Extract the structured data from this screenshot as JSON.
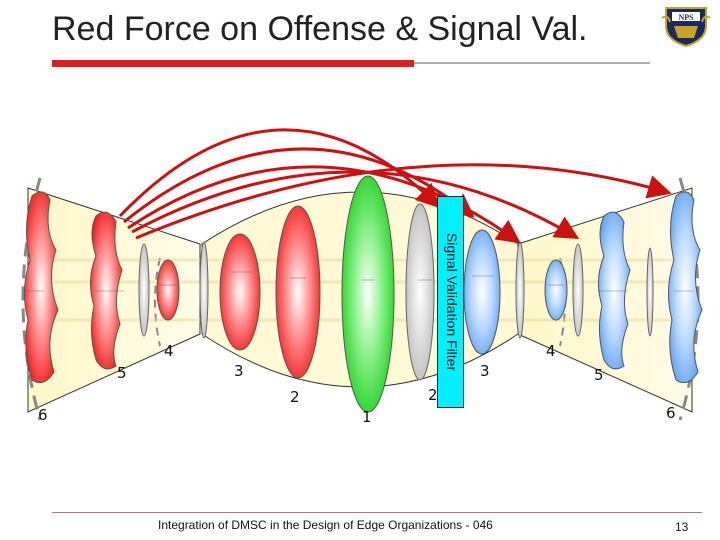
{
  "title": "Red Force on Offense & Signal Val.",
  "filter_label": "Signal Validation Filter",
  "footer": "Integration of DMSC in the Design of Edge Organizations - 046",
  "page_number": "13",
  "logo_text": "NPS",
  "left_numbers": [
    "6",
    "5",
    "4",
    "3",
    "2",
    "1"
  ],
  "right_numbers": [
    "2",
    "3",
    "4",
    "5",
    "6"
  ],
  "colors": {
    "red": "#ff2a2a",
    "green": "#22dd22",
    "blue": "#7ab4ff",
    "cyan": "#00f0ff",
    "accent": "#e02020",
    "arrow": "#cc1111"
  }
}
